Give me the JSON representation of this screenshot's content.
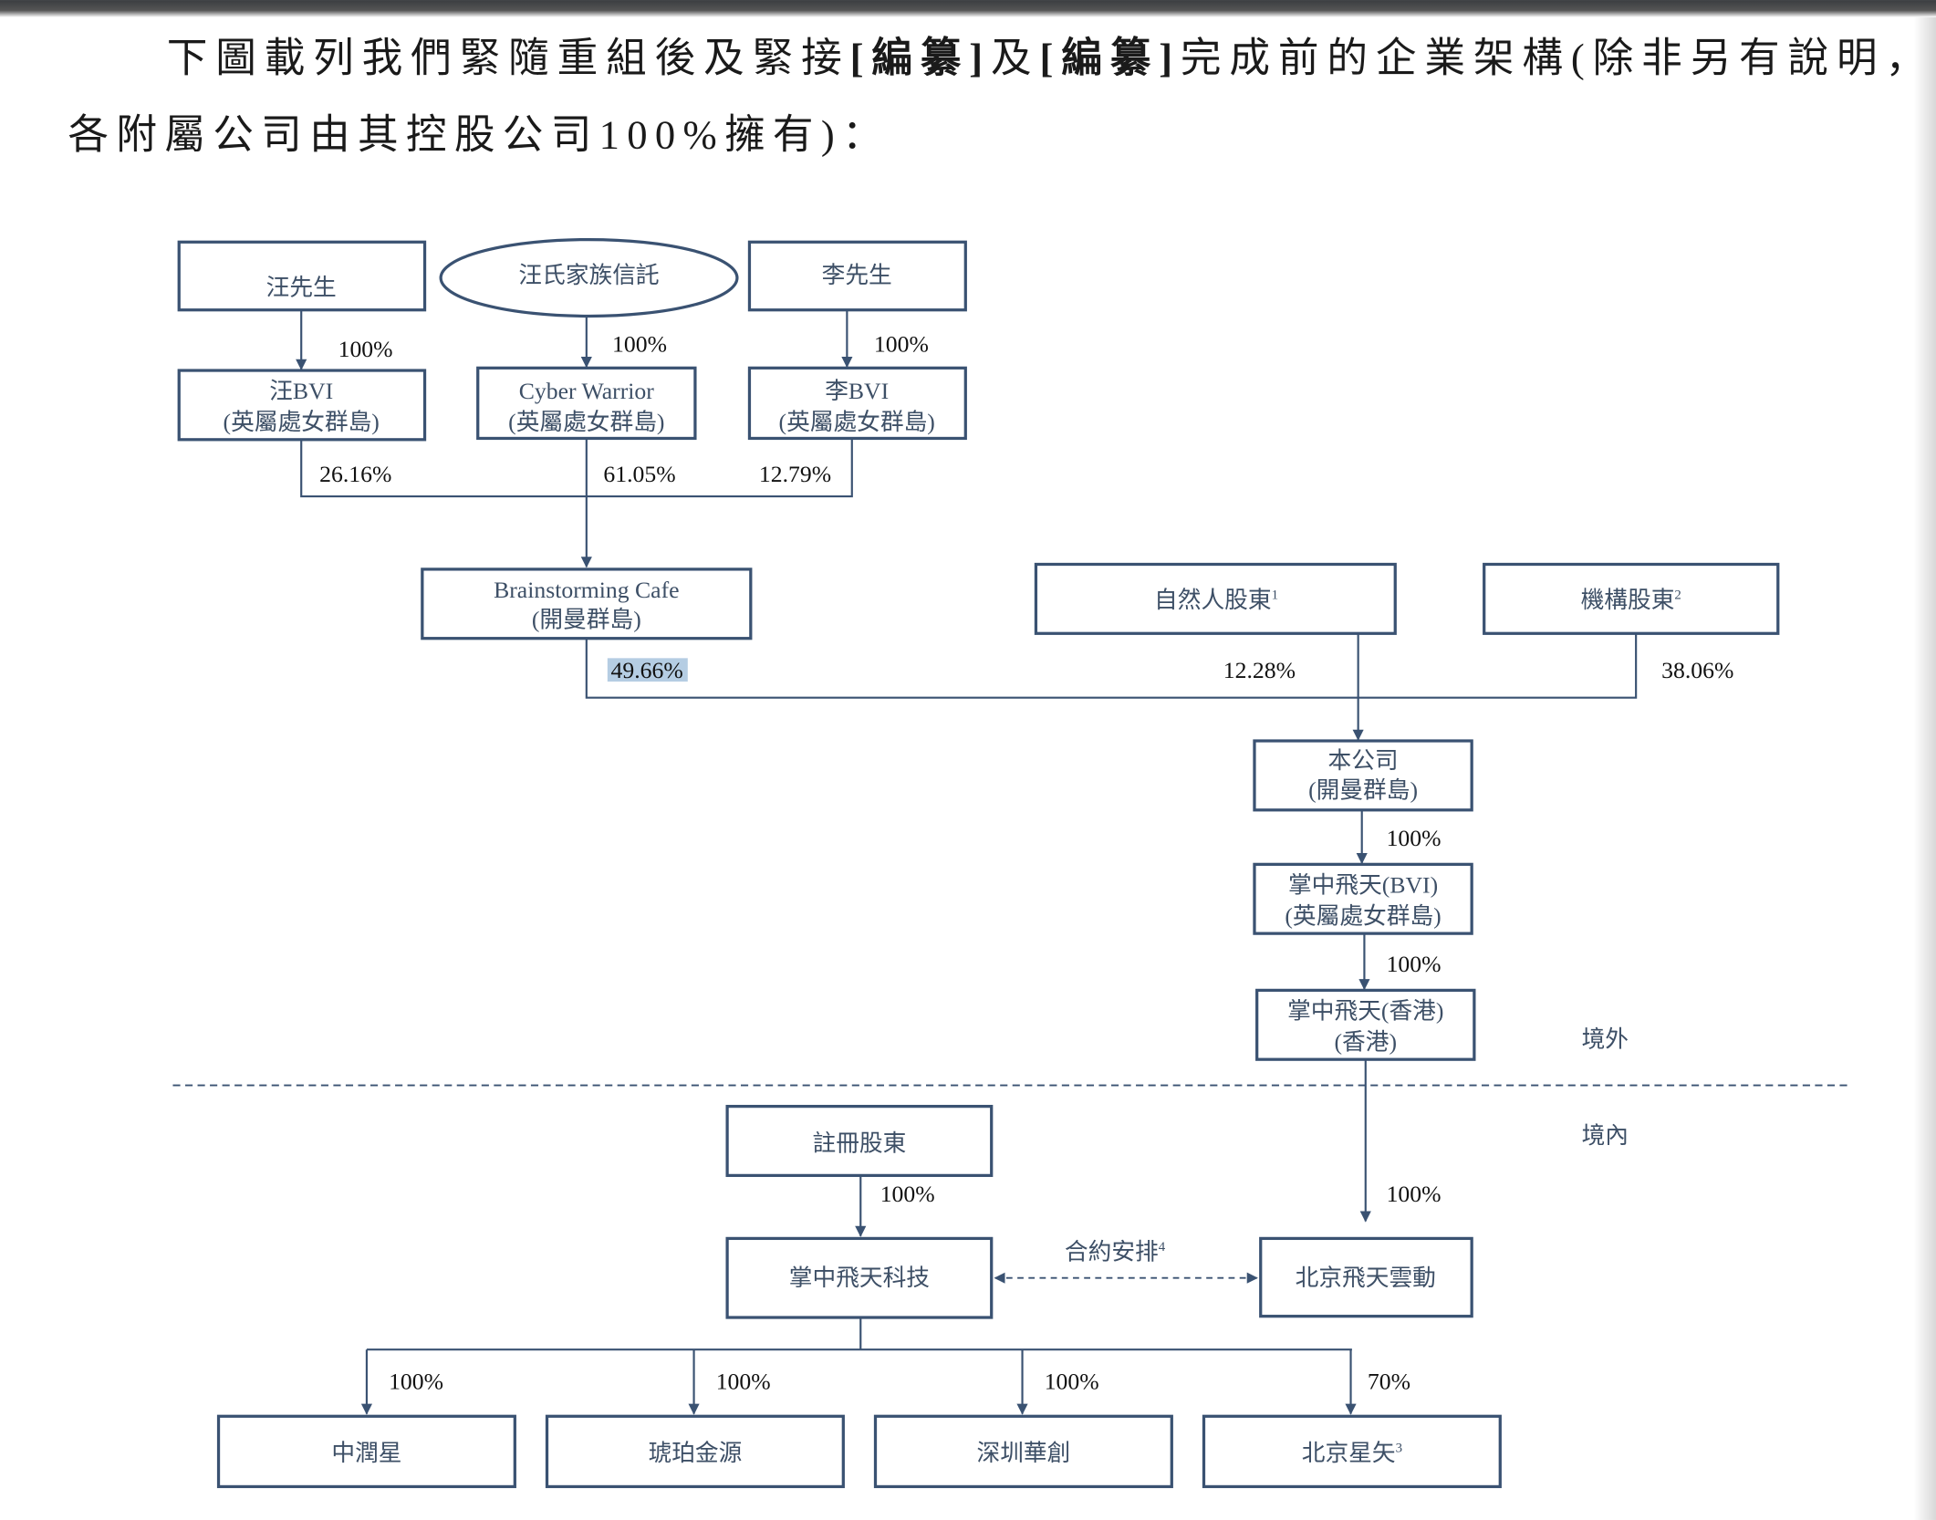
{
  "intro": {
    "line1_a": "下圖載列我們緊隨重組後及緊接",
    "redacted1": "[編纂]",
    "line1_b": "及",
    "redacted2": "[編纂]",
    "line1_c": "完成前的企業架構(除非另有說明，",
    "line2": "各附屬公司由其控股公司100%擁有)："
  },
  "colors": {
    "box_border": "#3a5272",
    "label_text": "#3d4f66",
    "highlight": "#b5cde3"
  },
  "nodes": {
    "mr_wang": "汪先生",
    "wang_trust": "汪氏家族信託",
    "mr_li": "李先生",
    "wang_bvi": [
      "汪BVI",
      "(英屬處女群島)"
    ],
    "cyber_warrior": [
      "Cyber Warrior",
      "(英屬處女群島)"
    ],
    "li_bvi": [
      "李BVI",
      "(英屬處女群島)"
    ],
    "brainstorming": [
      "Brainstorming Cafe",
      "(開曼群島)"
    ],
    "natural_persons": {
      "text": "自然人股東",
      "note": "1"
    },
    "institutional": {
      "text": "機構股東",
      "note": "2"
    },
    "company": [
      "本公司",
      "(開曼群島)"
    ],
    "zz_bvi": [
      "掌中飛天(BVI)",
      "(英屬處女群島)"
    ],
    "zz_hk": [
      "掌中飛天(香港)",
      "(香港)"
    ],
    "registered_holders": "註冊股東",
    "zz_tech": "掌中飛天科技",
    "bj_feitian": "北京飛天雲動",
    "contract": {
      "text": "合約安排",
      "note": "4"
    },
    "subs": [
      {
        "text": "中潤星",
        "note": "",
        "pct": "100%"
      },
      {
        "text": "琥珀金源",
        "note": "",
        "pct": "100%"
      },
      {
        "text": "深圳華創",
        "note": "",
        "pct": "100%"
      },
      {
        "text": "北京星矢",
        "note": "3",
        "pct": "70%"
      }
    ]
  },
  "percentages": {
    "wang_to_bvi": "100%",
    "trust_to_cw": "100%",
    "li_to_bvi": "100%",
    "wang_bvi_share": "26.16%",
    "cw_share": "61.05%",
    "li_bvi_share": "12.79%",
    "bc_share": "49.66%",
    "natural_share": "12.28%",
    "inst_share": "38.06%",
    "company_to_bvi": "100%",
    "bvi_to_hk": "100%",
    "hk_to_bj": "100%",
    "reg_to_tech": "100%"
  },
  "regions": {
    "offshore": "境外",
    "onshore": "境內"
  }
}
